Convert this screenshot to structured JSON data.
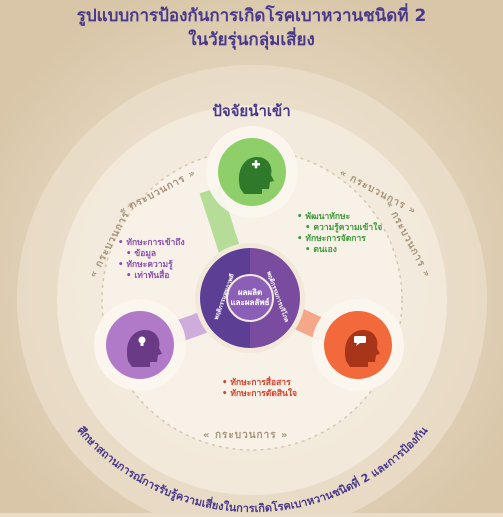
{
  "header": {
    "title_line1": "รูปแบบการป้องกันการเกิดโรคเบาหวานชนิดที่ 2",
    "title_line2": "ในวัยรุ่นกลุ่มเสี่ยง"
  },
  "input_label": "ปัจจัยนำเข้า",
  "process_label": "« กระบวนการ »",
  "left_bullets": [
    "ทักษะการเข้าถึง",
    "ข้อมูล",
    "ทักษะความรู้",
    "เท่าทันสื่อ"
  ],
  "right_bullets": [
    "พัฒนาทักษะ",
    "ความรู้ความเข้าใจ",
    "ทักษะการจัดการ",
    "ตนเอง"
  ],
  "bottom_bullets": [
    "ทักษะการสื่อสาร",
    "ทักษะการตัดสินใจ"
  ],
  "center": {
    "core_line1": "ผลผลิต",
    "core_line2": "และผลลัพธ์",
    "seg_left": "พฤติกรรมสุขภาพดี",
    "seg_right": "พฤติกรรมการบริโภค"
  },
  "bottom_arc_text": "ศึกษาสถานการณ์การรับรู้ความเสี่ยงในการเกิดโรคเบาหวานชนิดที่ 2 และการป้องกัน",
  "colors": {
    "title": "#4a3a8c",
    "green": "#8fcf6a",
    "purple": "#b07ac8",
    "orange": "#f26a3c",
    "green_text": "#3f9a3a",
    "purple_text": "#8a4fb0",
    "red_text": "#d6402c"
  },
  "icons": [
    "head-plus-icon",
    "head-lightbulb-icon",
    "head-speech-icon"
  ]
}
